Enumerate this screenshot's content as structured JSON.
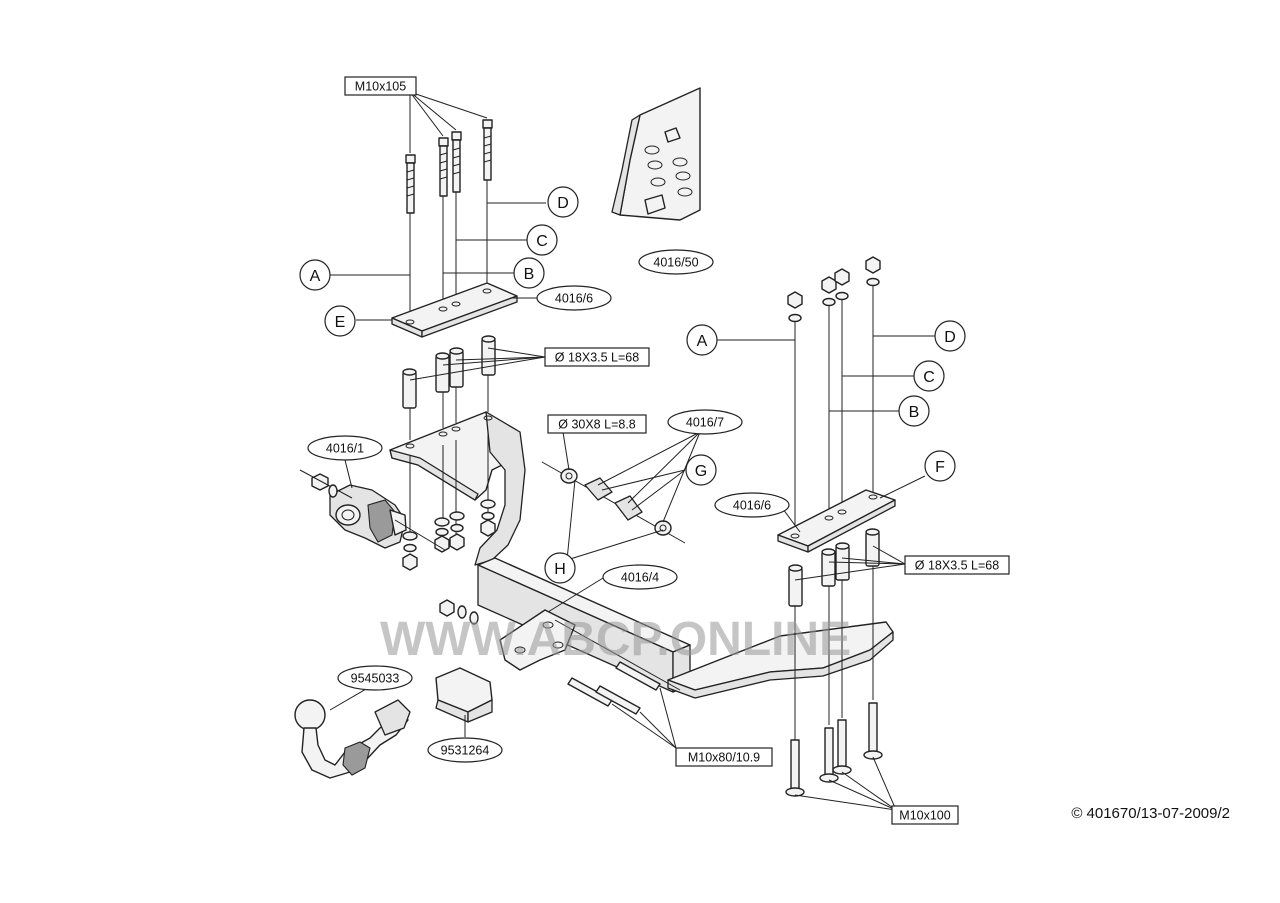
{
  "watermark": "WWW.ABCP.ONLINE",
  "copyright": "© 401670/13-07-2009/2",
  "letters": {
    "A": "A",
    "B": "B",
    "C": "C",
    "D": "D",
    "E": "E",
    "F": "F",
    "G": "G",
    "H": "H"
  },
  "parts": {
    "p4016_50": "4016/50",
    "p4016_6": "4016/6",
    "p4016_1": "4016/1",
    "p4016_7": "4016/7",
    "p4016_4": "4016/4",
    "p9545033": "9545033",
    "p9531264": "9531264"
  },
  "specs": {
    "bolt_m10x105": "M10x105",
    "spacer_18": "Ø 18X3.5 L=68",
    "spacer_30": "Ø 30X8 L=8.8",
    "bolt_m10x80": "M10x80/10.9",
    "bolt_m10x100": "M10x100"
  }
}
